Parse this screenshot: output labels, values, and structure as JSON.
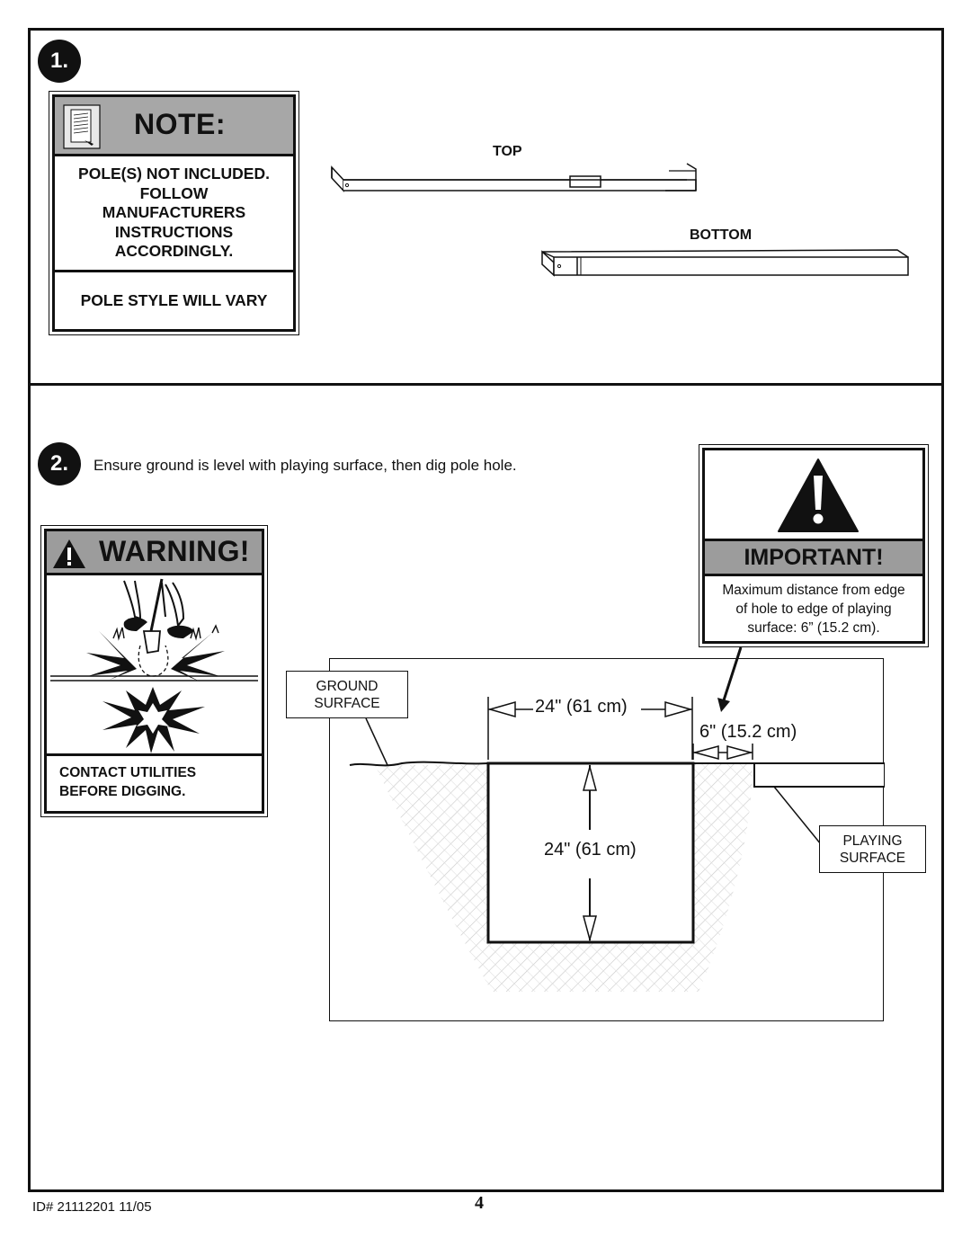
{
  "step1": {
    "number": "1.",
    "note": {
      "title": "NOTE:",
      "lines": [
        "POLE(S) NOT INCLUDED.",
        "FOLLOW",
        "MANUFACTURERS",
        "INSTRUCTIONS",
        "ACCORDINGLY."
      ],
      "footer": "POLE STYLE WILL VARY",
      "icon": "notepad-icon"
    },
    "poles": {
      "top_label": "TOP",
      "bottom_label": "BOTTOM"
    }
  },
  "step2": {
    "number": "2.",
    "instruction": "Ensure ground is level with playing surface, then dig pole hole.",
    "warning": {
      "title": "WARNING!",
      "icon": "warning-triangle-icon",
      "text_lines": [
        "CONTACT UTILITIES",
        "BEFORE DIGGING."
      ]
    },
    "important": {
      "title": "IMPORTANT!",
      "icon": "exclamation-triangle-icon",
      "text_lines": [
        "Maximum distance from edge",
        "of hole to edge of playing",
        "surface: 6” (15.2 cm)."
      ]
    },
    "diagram": {
      "ground_surface": [
        "GROUND",
        "SURFACE"
      ],
      "playing_surface": [
        "PLAYING",
        "SURFACE"
      ],
      "hole_width": "24\" (61 cm)",
      "hole_depth": "24\" (61 cm)",
      "edge_distance": "6\" (15.2 cm)"
    }
  },
  "footer": {
    "id": "ID# 21112201 11/05",
    "page": "4"
  }
}
